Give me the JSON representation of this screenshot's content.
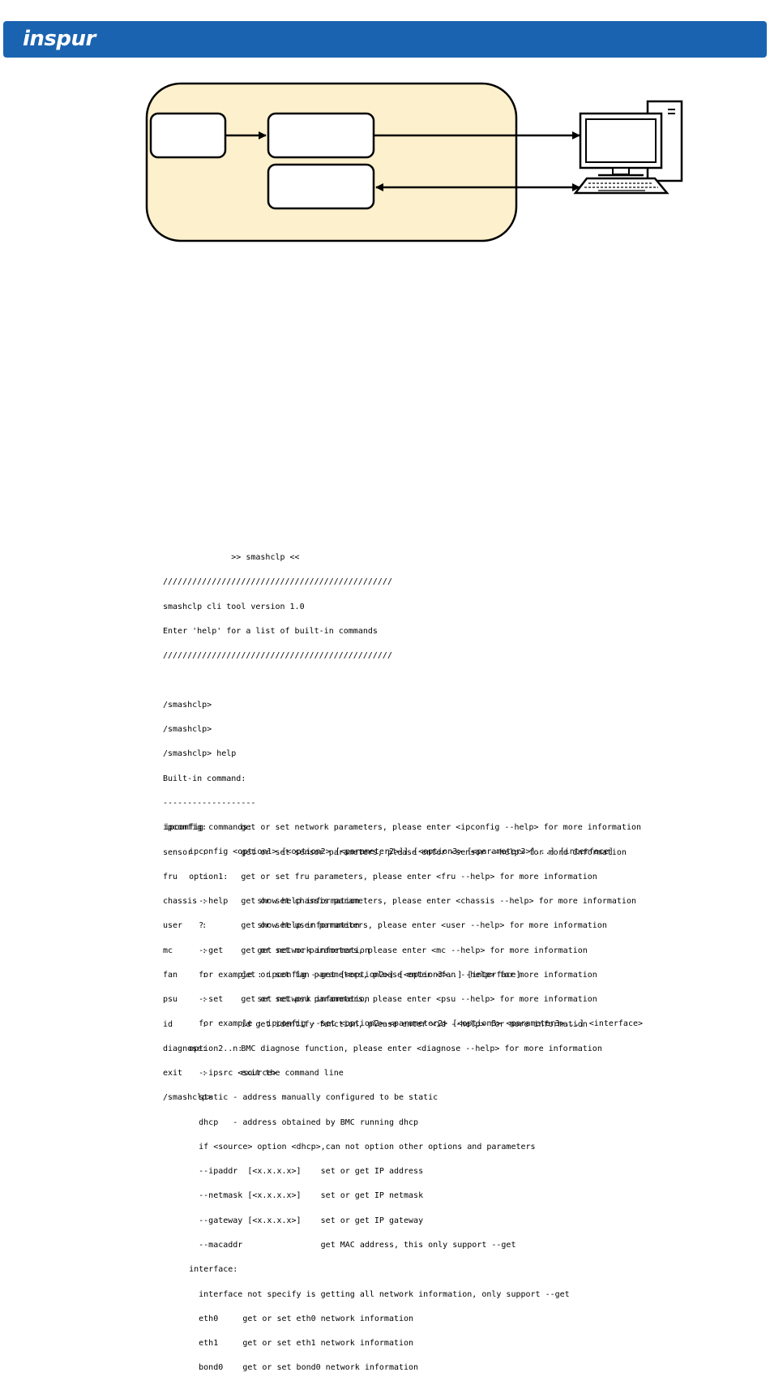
{
  "header": {
    "brand": "inspur",
    "bar_color": "#1a63b0"
  },
  "diagram": {
    "container_color": "#fdf0cc",
    "icon": "desktop-computer-icon"
  },
  "terminal_help": {
    "lines": [
      "              >> smashclp <<",
      "///////////////////////////////////////////////",
      "smashclp cli tool version 1.0",
      "Enter 'help' for a list of built-in commands",
      "///////////////////////////////////////////////",
      "",
      "/smashclp>",
      "/smashclp>",
      "/smashclp> help",
      "Built-in command:",
      "-------------------",
      "ipconfig:       get or set network parameters, please enter <ipconfig --help> for more information",
      "sensor  :       get or set sensor parameters, please enter <sensor --help> for more information",
      "fru     :       get or set fru parameters, please enter <fru --help> for more information",
      "chassis :       get or set chassis parameters, please enter <chassis --help> for more information",
      "user    :       get or set user parameters, please enter <user --help> for more information",
      "mc      :       get or set mc parameters, please enter <mc --help> for more information",
      "fan     :       get or set fan parameters, please enter <fan --help> for more information",
      "psu     :       get or set psu parameters, please enter <psu --help> for more information",
      "id      :       id get identify function, please enter <id --help> for more information",
      "diagnose:       BMC diagnose function, please enter <diagnose --help> for more information",
      "exit    :       exit the command line",
      "/smashclp>"
    ]
  },
  "terminal_ipconfig": {
    "lines": [
      "ipconfig commands:",
      "     ipconfig <option1> [<option2> [<parameter2>]] [<option3> [<parameter3>]...] [interface]",
      "     option1:",
      "       --help      show help information",
      "       ?           show help information",
      "       --get       get network information",
      "       for example : ipconfig --get [<option2>] [<option3>..] [interface]",
      "       --set       set network information",
      "       for example : ipconfig --set <option2> <parameter2> [<option3> <parameter3>...] <interface>",
      "     option2..n:",
      "       --ipsrc <source>",
      "       static - address manually configured to be static",
      "       dhcp   - address obtained by BMC running dhcp",
      "       if <source> option <dhcp>,can not option other options and parameters",
      "       --ipaddr  [<x.x.x.x>]    set or get IP address",
      "       --netmask [<x.x.x.x>]    set or get IP netmask",
      "       --gateway [<x.x.x.x>]    set or get IP gateway",
      "       --macaddr                get MAC address, this only support --get",
      "     interface:",
      "       interface not specify is getting all network information, only support --get",
      "       eth0     get or set eth0 network information",
      "       eth1     get or set eth1 network information",
      "       bond0    get or set bond0 network information"
    ]
  }
}
